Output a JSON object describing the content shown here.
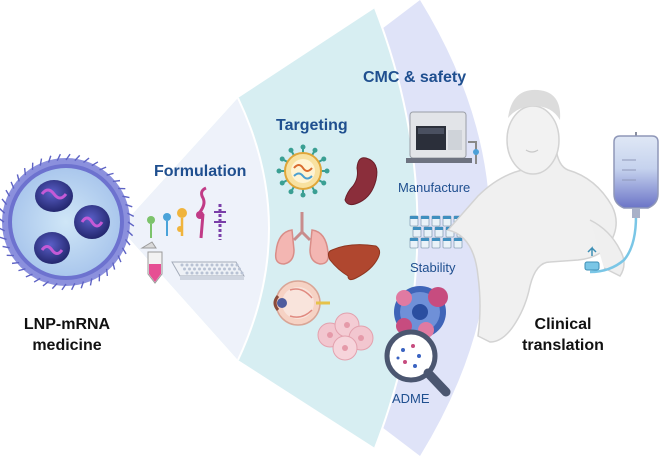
{
  "left_label": {
    "line1": "LNP-mRNA",
    "line2": "medicine"
  },
  "right_label": {
    "line1": "Clinical",
    "line2": "translation"
  },
  "sections": {
    "formulation": {
      "title": "Formulation"
    },
    "targeting": {
      "title": "Targeting"
    },
    "cmc": {
      "title": "CMC & safety",
      "manufacture": "Manufacture",
      "stability": "Stability",
      "adme": "ADME"
    }
  },
  "colors": {
    "formulation_band": "#eef2fa",
    "targeting_band": "#d7eef2",
    "cmc_band": "#dfe3f8",
    "title_text": "#1f4f8f",
    "lnp_shell": "#7a7fd6",
    "lnp_core": "#3b3f9e",
    "mrna": "#b14cc7"
  },
  "icons": [
    "lnp-particle-icon",
    "lipid-molecules-icon",
    "mrna-strand-icon",
    "tube-icon",
    "well-plate-icon",
    "virus-icon",
    "spleen-icon",
    "lungs-icon",
    "liver-icon",
    "eye-icon",
    "cell-cluster-icon",
    "manufacturing-machine-icon",
    "vial-rack-icon",
    "nanoparticle-cluster-icon",
    "magnifier-icon",
    "human-figure-icon",
    "iv-bag-icon"
  ]
}
